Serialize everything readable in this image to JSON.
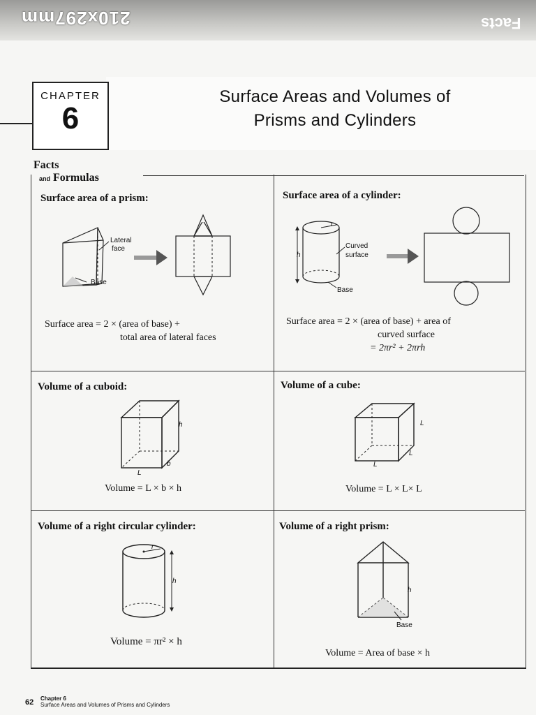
{
  "header": {
    "mirrored_code": "210x297mm",
    "mirrored_right": "Facts"
  },
  "chapter": {
    "label": "CHAPTER",
    "number": "6",
    "title_line1": "Surface Areas and Volumes of",
    "title_line2": "Prisms and Cylinders"
  },
  "facts": {
    "line1": "Facts",
    "and": "and",
    "line2": "Formulas"
  },
  "sections": {
    "prism_surface": {
      "heading": "Surface area of a prism:",
      "label_lateral": "Lateral",
      "label_face": "face",
      "label_base": "Base",
      "formula_line1": "Surface area = 2 × (area of base) +",
      "formula_line2": "total area of lateral faces"
    },
    "cylinder_surface": {
      "heading": "Surface area of a cylinder:",
      "label_curved": "Curved",
      "label_surface": "surface",
      "label_base": "Base",
      "label_h": "h",
      "label_r": "r",
      "formula_line1": "Surface area = 2 × (area of  base) + area  of",
      "formula_line2": "curved surface",
      "formula_line3": "= 2πr² + 2πrh"
    },
    "cuboid_volume": {
      "heading": "Volume of a cuboid:",
      "label_h": "h",
      "label_L": "L",
      "label_b": "b",
      "formula": "Volume = L × b × h"
    },
    "cube_volume": {
      "heading": "Volume of a cube:",
      "label_L1": "L",
      "label_L2": "L",
      "label_L3": "L",
      "formula": "Volume = L × L× L"
    },
    "cylinder_volume": {
      "heading": "Volume of a right circular cylinder:",
      "label_r": "r",
      "label_h": "h",
      "formula": "Volume = πr² × h"
    },
    "prism_volume": {
      "heading": "Volume of a right prism:",
      "label_h": "h",
      "label_base": "Base",
      "formula": "Volume = Area of base × h"
    }
  },
  "footer": {
    "page_number": "62",
    "line1": "Chapter 6",
    "line2": "Surface Areas and Volumes of Prisms and Cylinders"
  }
}
